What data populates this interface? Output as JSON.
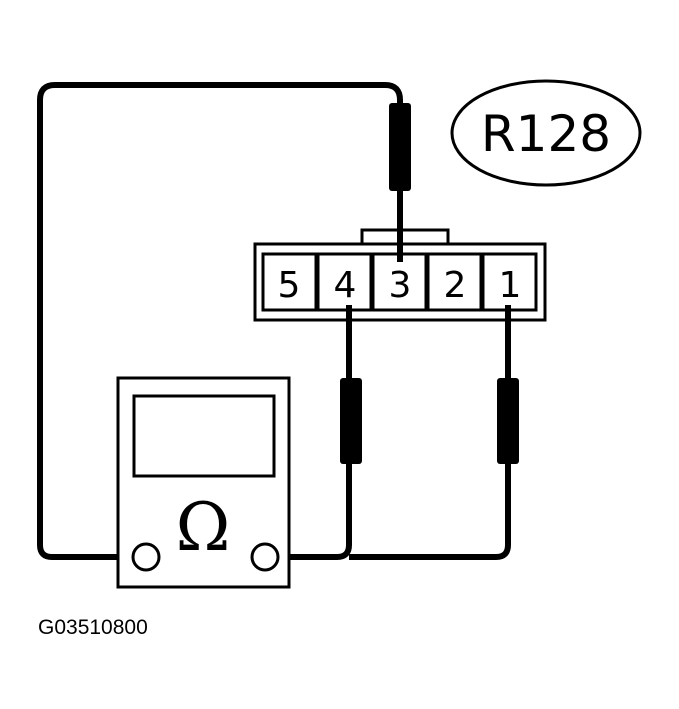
{
  "connector": {
    "label": "R128",
    "pins": [
      "5",
      "4",
      "3",
      "2",
      "1"
    ]
  },
  "meter": {
    "symbol": "Ω",
    "icon": "ohmmeter-icon"
  },
  "figure_code": "G03510800"
}
